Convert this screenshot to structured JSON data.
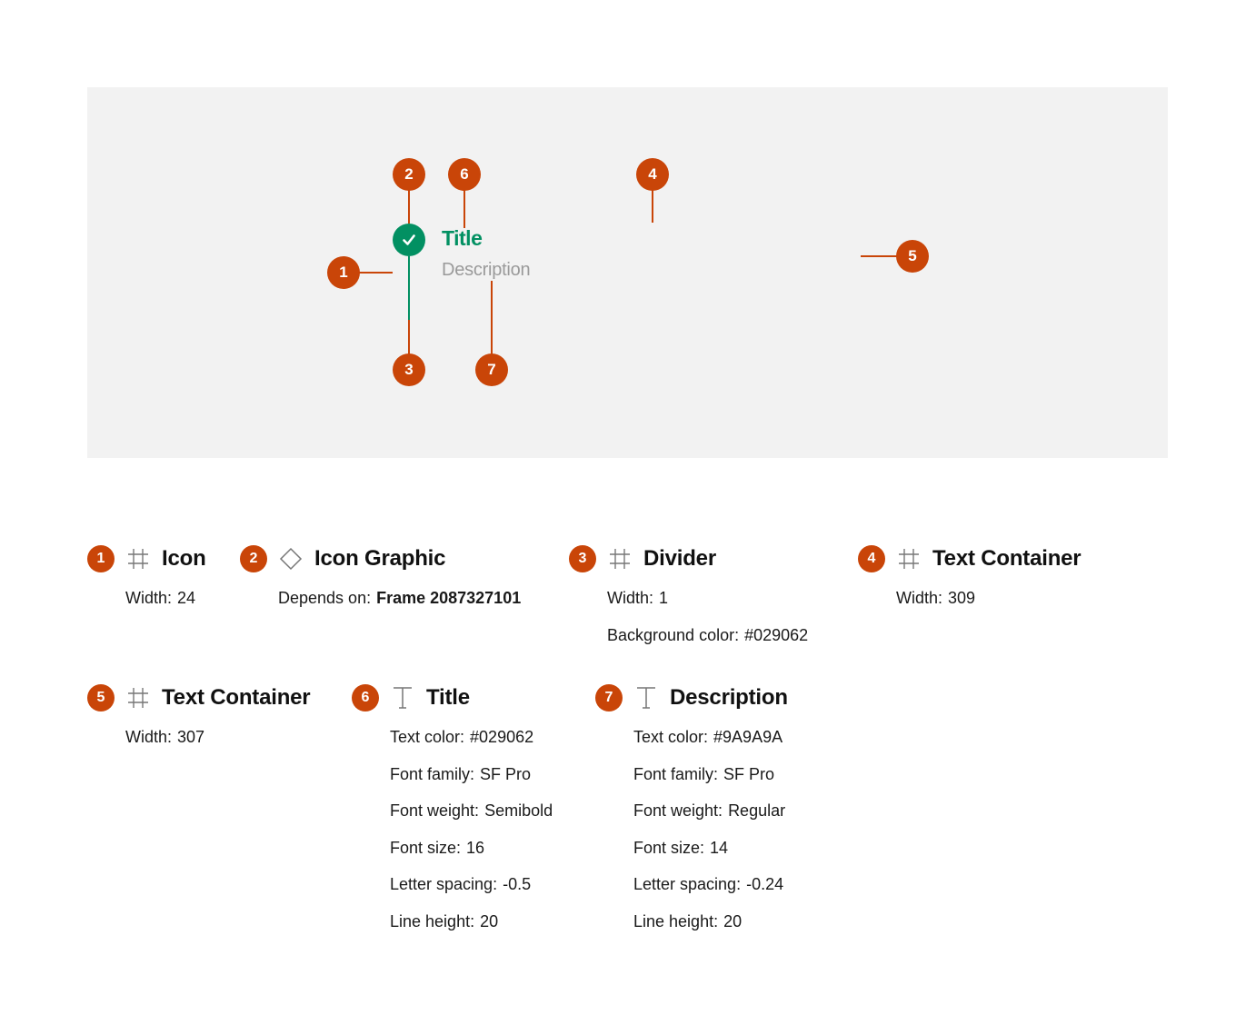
{
  "demo": {
    "title": "Title",
    "description": "Description",
    "accent_color": "#029062",
    "description_color": "#9A9A9A",
    "check_icon": "checkmark-icon",
    "callouts": [
      "1",
      "2",
      "3",
      "4",
      "5",
      "6",
      "7"
    ]
  },
  "specs": [
    {
      "number": "1",
      "icon": "frame-icon",
      "name": "Icon",
      "props": [
        {
          "key": "Width:",
          "value": "24"
        }
      ]
    },
    {
      "number": "2",
      "icon": "component-icon",
      "name": "Icon Graphic",
      "props": [
        {
          "key": "Depends on:",
          "value": "Frame 2087327101"
        }
      ]
    },
    {
      "number": "3",
      "icon": "frame-icon",
      "name": "Divider",
      "props": [
        {
          "key": "Width:",
          "value": "1"
        },
        {
          "key": "Background color:",
          "value": "#029062"
        }
      ]
    },
    {
      "number": "4",
      "icon": "frame-icon",
      "name": "Text Container",
      "props": [
        {
          "key": "Width:",
          "value": "309"
        }
      ]
    },
    {
      "number": "5",
      "icon": "frame-icon",
      "name": "Text Container",
      "props": [
        {
          "key": "Width:",
          "value": "307"
        }
      ]
    },
    {
      "number": "6",
      "icon": "text-icon",
      "name": "Title",
      "props": [
        {
          "key": "Text color:",
          "value": "#029062"
        },
        {
          "key": "Font family:",
          "value": "SF Pro"
        },
        {
          "key": "Font weight:",
          "value": "Semibold"
        },
        {
          "key": "Font size:",
          "value": "16"
        },
        {
          "key": "Letter spacing:",
          "value": "-0.5"
        },
        {
          "key": "Line height:",
          "value": "20"
        }
      ]
    },
    {
      "number": "7",
      "icon": "text-icon",
      "name": "Description",
      "props": [
        {
          "key": "Text color:",
          "value": "#9A9A9A"
        },
        {
          "key": "Font family:",
          "value": "SF Pro"
        },
        {
          "key": "Font weight:",
          "value": "Regular"
        },
        {
          "key": "Font size:",
          "value": "14"
        },
        {
          "key": "Letter spacing:",
          "value": "-0.24"
        },
        {
          "key": "Line height:",
          "value": "20"
        }
      ]
    }
  ],
  "colors": {
    "badge": "#C94508",
    "canvas_bg": "#F2F2F2"
  }
}
